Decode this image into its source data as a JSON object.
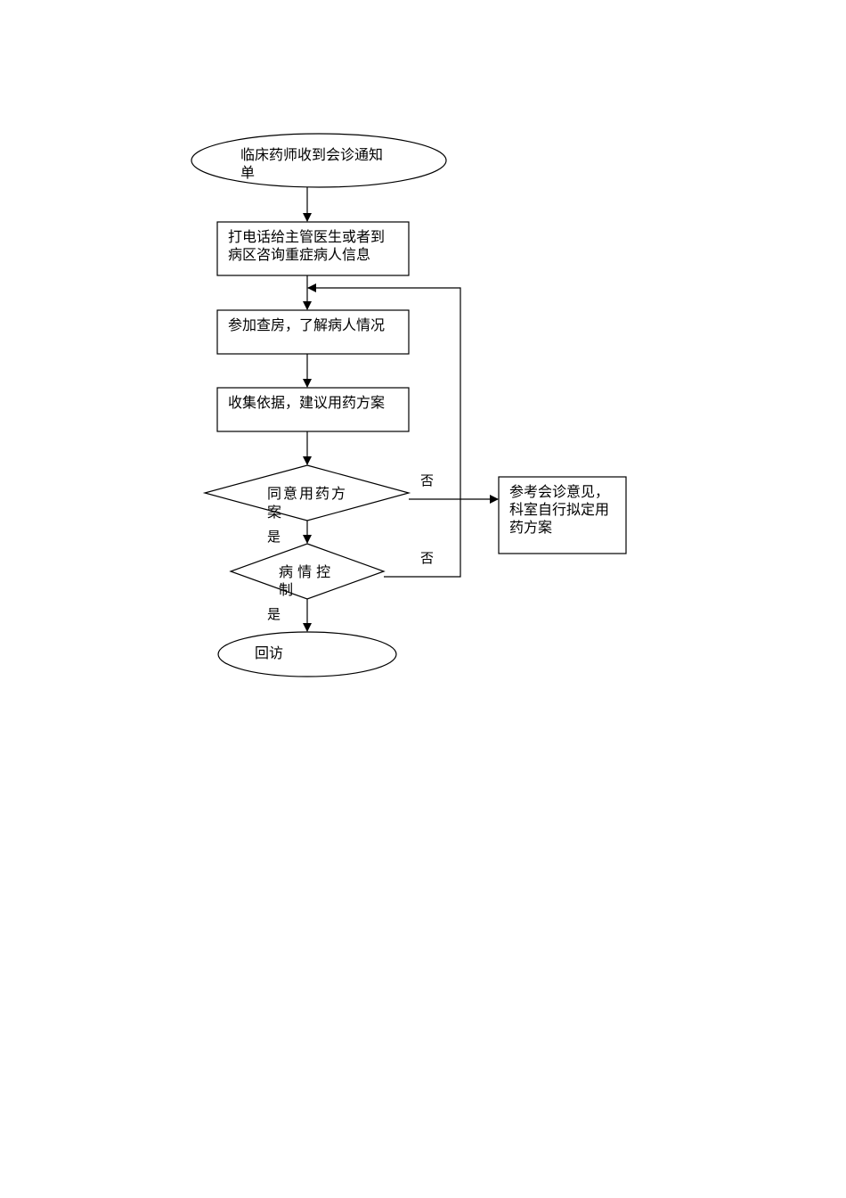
{
  "flowchart": {
    "start": {
      "text": "临床药师收到会诊通知\n单"
    },
    "step_contact": {
      "text": "打电话给主管医生或者到\n病区咨询重症病人信息"
    },
    "step_rounds": {
      "text": "参加查房，了解病人情况"
    },
    "step_collect": {
      "text": "收集依据，建议用药方案"
    },
    "decision_agree": {
      "line1": "同意用药方",
      "line2": "案"
    },
    "decision_control": {
      "line1": "病 情 控",
      "line2": "制"
    },
    "side_box": {
      "text": "参考会诊意见，\n科室自行拟定用\n药方案"
    },
    "end": {
      "text": "回访"
    },
    "edge_labels": {
      "agree_no": "否",
      "agree_yes": "是",
      "control_no": "否",
      "control_yes": "是"
    }
  }
}
